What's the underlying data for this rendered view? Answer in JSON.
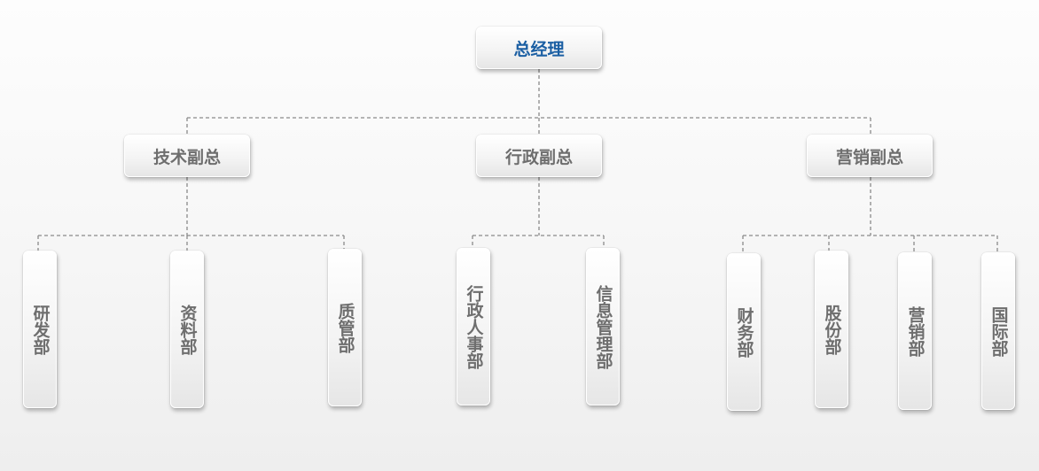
{
  "org": {
    "top": {
      "label": "总经理"
    },
    "vps": [
      {
        "label": "技术副总",
        "depts": [
          "研发部",
          "资料部",
          "质管部"
        ]
      },
      {
        "label": "行政副总",
        "depts": [
          "行政人事部",
          "信息管理部"
        ]
      },
      {
        "label": "营销副总",
        "depts": [
          "财务部",
          "股份部",
          "营销部",
          "国际部"
        ]
      }
    ]
  },
  "colors": {
    "top_text": "#1b5fa3",
    "node_text": "#6e6e6e",
    "connector": "#8a8a8a"
  }
}
